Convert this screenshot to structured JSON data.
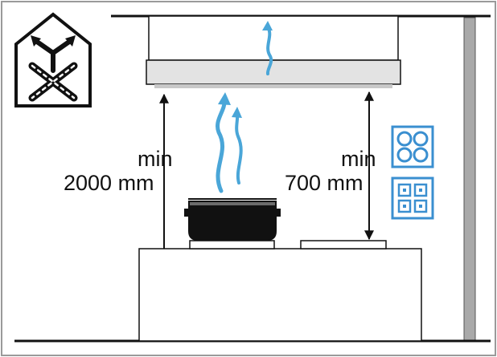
{
  "labels": {
    "left_min": "min",
    "left_value": "2000 mm",
    "right_min": "min",
    "right_value": "700 mm"
  },
  "icons": {
    "no_recirculation": "house-no-airflow-icon",
    "induction_hob": "induction-hob-icon",
    "gas_hob": "gas-hob-icon"
  },
  "colors": {
    "air_flow": "#4aa6d8",
    "hob_icon": "#3a8fd0",
    "line": "#111111",
    "wall": "#a9a9a9",
    "hood_bar": "#e3e3e3"
  }
}
